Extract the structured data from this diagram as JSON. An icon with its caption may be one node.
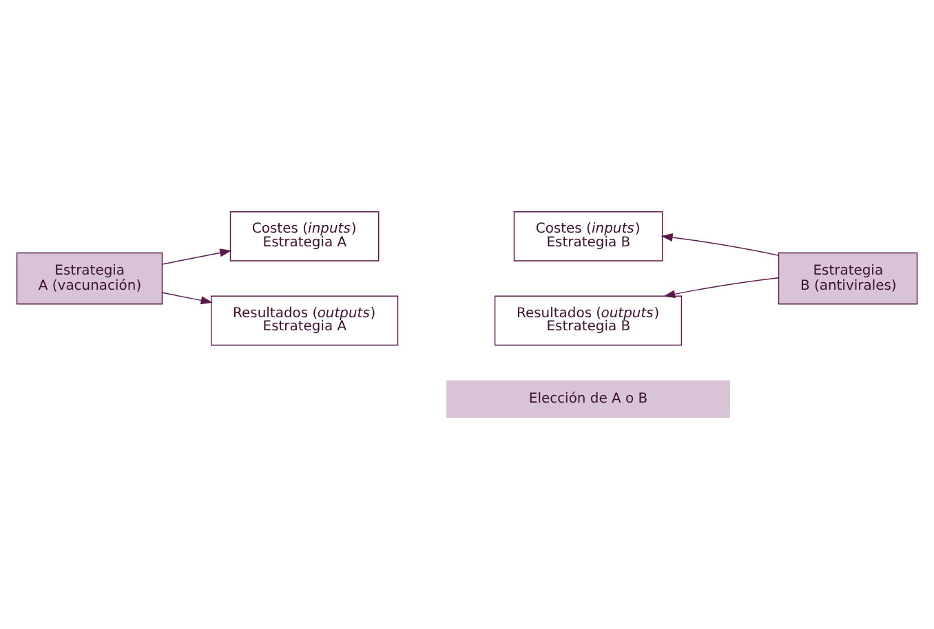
{
  "diagram": {
    "nodes": [
      {
        "text": [
          "Costes (*inputs*) Estrategia A"
        ]
      },
      {
        "text": [
          "Costes (*inputs*) Estrategia B"
        ]
      },
      {
        "text": [
          "Estrategia A (vacunación)"
        ]
      },
      {
        "text": [
          "Estrategia B (antivirales)"
        ]
      },
      {
        "text": [
          "Resultados (*outputs*) Estrategia A"
        ]
      },
      {
        "text": [
          "Resultados (*outputs*) Estrategia B"
        ]
      },
      {
        "text": [
          "Elección de A o B"
        ]
      }
    ],
    "edges": [
      {
        "from": 2,
        "to": 0,
        "arrow": "to"
      },
      {
        "from": 2,
        "to": 4,
        "arrow": "to"
      },
      {
        "from": 3,
        "to": 1,
        "arrow": "to"
      },
      {
        "from": 3,
        "to": 5,
        "arrow": "to"
      }
    ]
  }
}
